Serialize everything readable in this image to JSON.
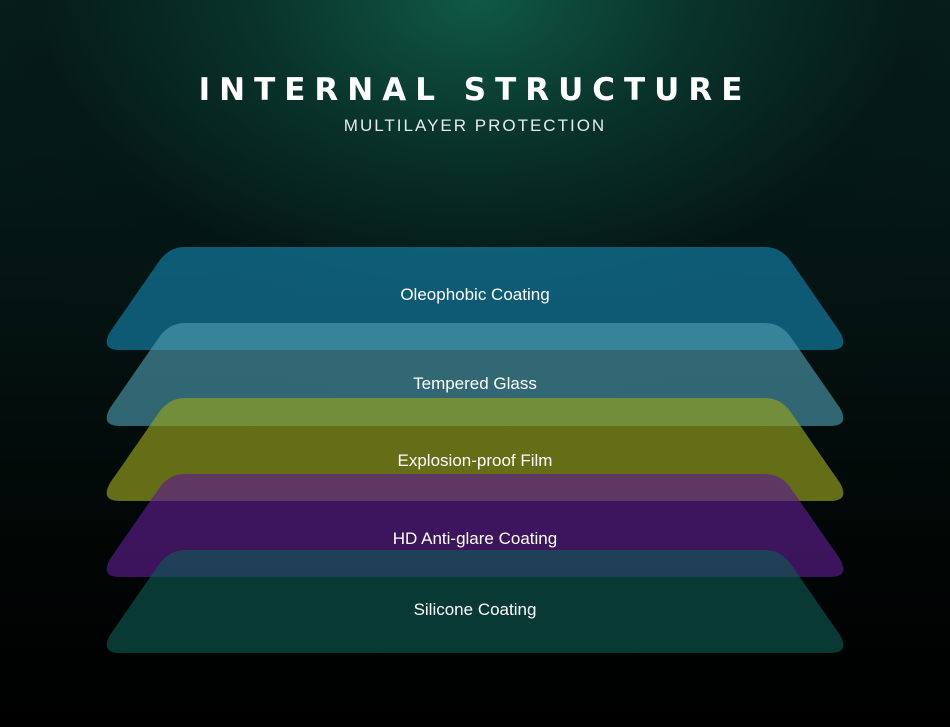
{
  "header": {
    "title": "INTERNAL STRUCTURE",
    "subtitle": "MULTILAYER PROTECTION"
  },
  "layers": [
    {
      "name": "oleophobic-coating",
      "label": "Oleophobic Coating",
      "color": "#137fa8"
    },
    {
      "name": "tempered-glass",
      "label": "Tempered Glass",
      "color": "#4d9eb2"
    },
    {
      "name": "explosion-proof-film",
      "label": "Explosion-proof Film",
      "color": "#96a31f"
    },
    {
      "name": "hd-anti-glare-coating",
      "label": "HD Anti-glare Coating",
      "color": "#5b1d8c"
    },
    {
      "name": "silicone-coating",
      "label": "Silicone Coating",
      "color": "#0f5a52"
    }
  ]
}
